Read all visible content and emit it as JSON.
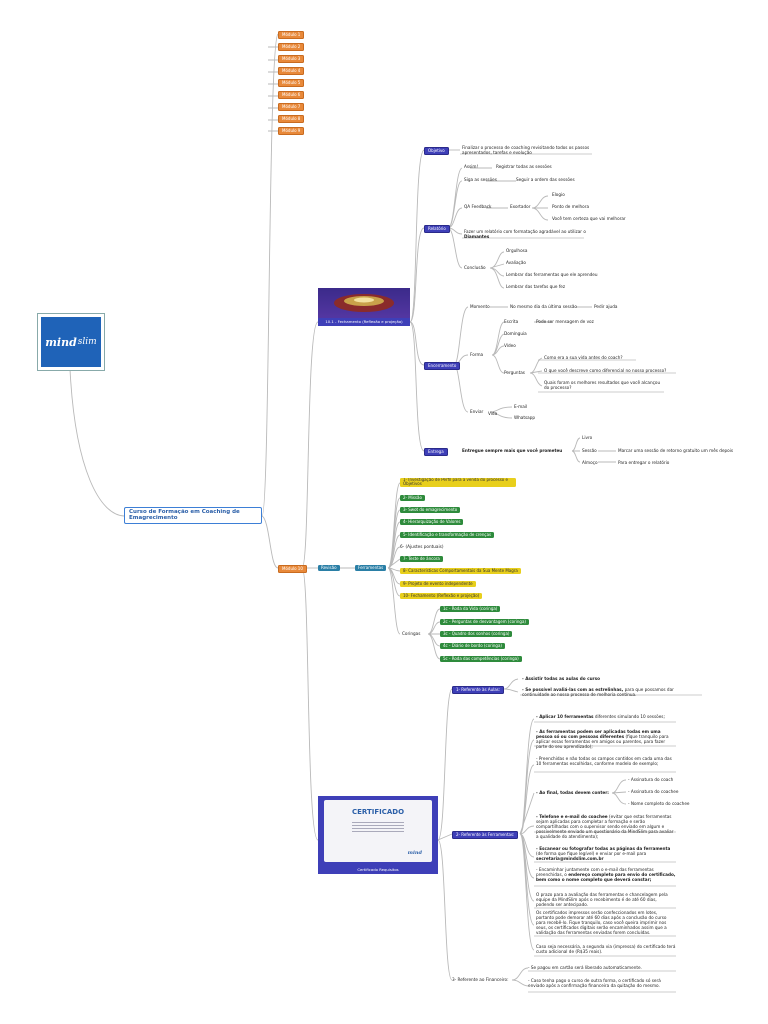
{
  "logo": {
    "brand": "mind",
    "brand2": "slim"
  },
  "root": {
    "label": "Curso de Formação em Coaching de Emagrecimento"
  },
  "modules": [
    "Módulo 1",
    "Módulo 2",
    "Módulo 3",
    "Módulo 4",
    "Módulo 5",
    "Módulo 6",
    "Módulo 7",
    "Módulo 8",
    "Módulo 9"
  ],
  "module10": {
    "label": "Módulo 10",
    "revisao": "Revisão",
    "ferramentas": "Ferramentas"
  },
  "image1": {
    "caption": "10.1 - Fechamento (Reflexão e projeção)"
  },
  "objetivo": {
    "tag": "Objetivo",
    "text": "Finalizar o processo de coaching revisitando todos os passos apresentados, tarefas e evolução"
  },
  "relatorio": {
    "tag": "Relatório",
    "r1a": "Assim!",
    "r1b": "Registrar todas as sessões",
    "r2a": "Siga as sessões",
    "r2b": "Seguir a ordem das sessões",
    "r3a": "QA Feedback",
    "r3b": "Exortador",
    "r3c1": "Elogio",
    "r3c2": "Ponto de melhora",
    "r3c3": "Você tem certeza que vai melhorar",
    "r4a": "Fazer um relatório com formatação agradável ao utilizar o ",
    "r4b": "Diamantes",
    "r5": "Conclusão",
    "r5a": "Orgulhosa",
    "r5b": "Avaliação",
    "r5c": "Lembrar das ferramentas que ele aprendeu",
    "r5d": "Lembrar das tarefas que fez"
  },
  "encerramento": {
    "tag": "Encerramento",
    "m": "Momento",
    "m1": "No mesmo dia da última sessão",
    "m2": "Pedir ajuda",
    "f": "Forma",
    "f1": "Escrita",
    "f1b": "Pode ser mensagem de voz",
    "f2": "Domínguia",
    "f3": "Vídeo",
    "p": "Perguntas",
    "p1": "Como era a sua vida antes do coach?",
    "p2": "O que você descreve como diferencial no nosso processo?",
    "p3": "Quais foram os melhores resultados que você alcançou do processo?",
    "e": "Enviar",
    "e1": "Vida",
    "e2": "E-mail",
    "e3": "Whatsapp"
  },
  "entrega": {
    "tag": "Entrega",
    "text": "Entregue sempre mais que você prometeu",
    "i1": "Livro",
    "i2": "Sessão",
    "i2b": "Marcar uma sessão de retorno gratuito um mês depois",
    "i3": "Almoço",
    "i3b": "Para entregar o relatório"
  },
  "ferramentas": [
    {
      "label": "1- Investigação de Perfil para a venda do processo e Objetivos",
      "c": "yellow"
    },
    {
      "label": "2- Missão",
      "c": "green"
    },
    {
      "label": "3- Swot do emagrecimento",
      "c": "green"
    },
    {
      "label": "4- Hierarquização de Valores",
      "c": "green"
    },
    {
      "label": "5- Identificação e transformação de crenças",
      "c": "green"
    },
    {
      "label": "6- (Ajustes pontuais)",
      "c": "none"
    },
    {
      "label": "7- Teste de âncora",
      "c": "green"
    },
    {
      "label": "8- Características Comportamentais da Sua Mente Magra",
      "c": "yellow"
    },
    {
      "label": "9- Projeto de evento independente",
      "c": "yellow"
    },
    {
      "label": "10- Fechamento (Reflexão e projeção)",
      "c": "yellow"
    }
  ],
  "coringas": {
    "label": "Coringas",
    "items": [
      "1c - Roda da Vida (coringa)",
      "2c - Perguntas de desvantagem (coringa)",
      "3c - Quadro dos sonhos (coringa)",
      "4c - Diário de bordo (coringa)",
      "5c - Roda das competências (coringa)"
    ]
  },
  "image2": {
    "caption": "Certificado Requisitos",
    "cert_title": "CERTIFICADO",
    "brand": "mind"
  },
  "req1": {
    "tag": "1- Referente às Aulas:",
    "a": "- Assistir todas as aulas do curso",
    "b1": "- Se possível avaliá-las com as estrelinhas,",
    "b2": " para que possamos dar continuidade ao nosso processo de melhoria contínua."
  },
  "req2": {
    "tag": "2- Referente às Ferramentas:",
    "a1": "- Aplicar 10 ferramentas",
    "a2": " diferentes simulando 10 sessões;",
    "b1": "- As ferramentas podem ser aplicadas todas em uma pessoa só ou com pessoas diferentes",
    "b2": " (fique tranquilo para aplicar essas ferramentas em amigos ou parentes, para fazer parte do seu aprendizado);",
    "c": "- Preenchidas e não todas os campos contidos em cada uma das 10 ferramentas escolhidas, conforme modelo de exemplo;",
    "d": "- Ao final, todas devem conter:",
    "d1": "- Assinatura do coach",
    "d2": "- Assinatura do coachee",
    "d3": "- Nome completo do coachee",
    "e1": "- Telefone e e-mail do coachee",
    "e2": " (evitar que estas ferramentas sejam aplicadas para completar a formação e serão compartilhadas com o supervisor sendo enviado em algum e possivelmente enviado um questionário da MindSlim para avaliar a qualidade do atendimento);",
    "f1": "- Escanear ou fotografar todas as páginas da ferramenta",
    "f2": " (de forma que fique legível) e enviar por e-mail para ",
    "f3": "secretaria@mindslim.com.br",
    "g1": "- Encaminhar juntamente com o e-mail das ferramentas preenchidas, o ",
    "g2": "endereço completo para envio do certificado, bem como o nome completo que deverá constar;",
    "h": "O prazo para a avaliação das ferramentas e chancelagem pela equipe da MindSlim após o recebimento é de até 60 dias, podendo ser antecipado.",
    "i": "Os certificados impressos serão confeccionados em lotes, portanto pode demorar até 60 dias após a conclusão do curso para recebê-lo. Fique tranquilo, caso você queira imprimir nos seus, os certificados digitais serão encaminhados assim que a validação das ferramentas enviadas forem concluídas.",
    "j": "Caso seja necessária, a segunda via (impressa) do certificado terá custo adicional de (R$35 reais)."
  },
  "req3": {
    "tag": "3- Referente ao Financeiro:",
    "a": "- Se pagou em cartão será liberado automaticamente.",
    "b": "- Caso tenha pago o curso de outra forma, o certificado só será enviado após a confirmação financeira da quitação do mesmo."
  }
}
